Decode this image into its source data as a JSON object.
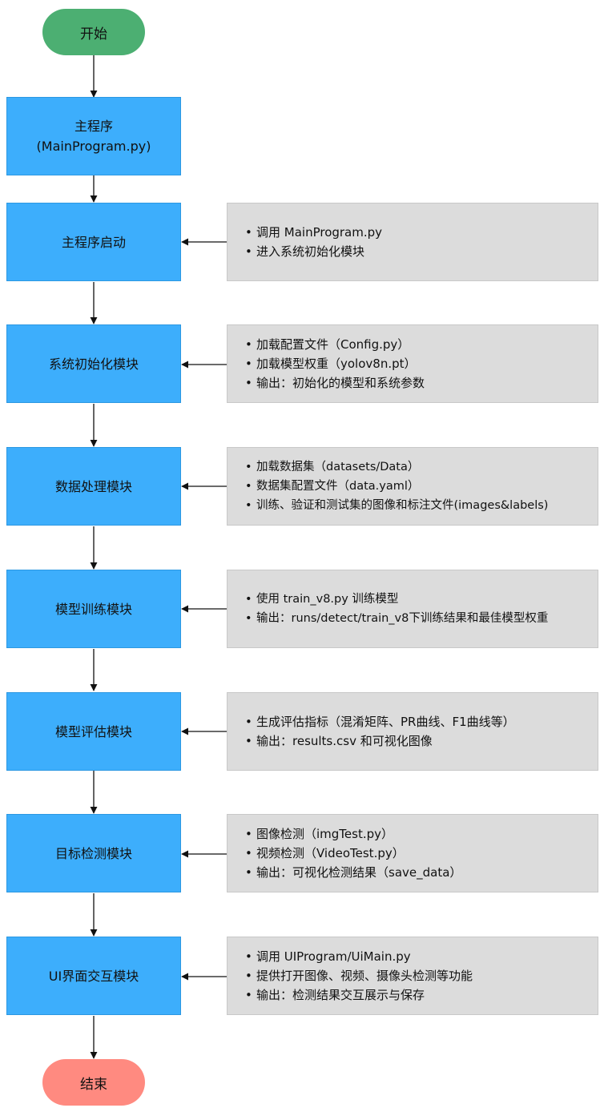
{
  "start": {
    "label": "开始"
  },
  "end": {
    "label": "结束"
  },
  "steps": [
    {
      "label": "主程序",
      "sublabel": "(MainProgram.py)",
      "notes": []
    },
    {
      "label": "主程序启动",
      "notes": [
        "调用 MainProgram.py",
        "进入系统初始化模块"
      ]
    },
    {
      "label": "系统初始化模块",
      "notes": [
        "加载配置文件（Config.py）",
        "加载模型权重（yolov8n.pt）",
        "输出：初始化的模型和系统参数"
      ]
    },
    {
      "label": "数据处理模块",
      "notes": [
        "加载数据集（datasets/Data）",
        "数据集配置文件（data.yaml）",
        "训练、验证和测试集的图像和标注文件(images&labels)"
      ]
    },
    {
      "label": "模型训练模块",
      "notes": [
        "使用 train_v8.py 训练模型",
        "输出：runs/detect/train_v8下训练结果和最佳模型权重"
      ]
    },
    {
      "label": "模型评估模块",
      "notes": [
        "生成评估指标（混淆矩阵、PR曲线、F1曲线等）",
        "输出：results.csv 和可视化图像"
      ]
    },
    {
      "label": "目标检测模块",
      "notes": [
        "图像检测（imgTest.py）",
        "视频检测（VideoTest.py）",
        "输出：可视化检测结果（save_data）"
      ]
    },
    {
      "label": "UI界面交互模块",
      "notes": [
        "调用 UIProgram/UiMain.py",
        "提供打开图像、视频、摄像头检测等功能",
        "输出：检测结果交互展示与保存"
      ]
    }
  ]
}
